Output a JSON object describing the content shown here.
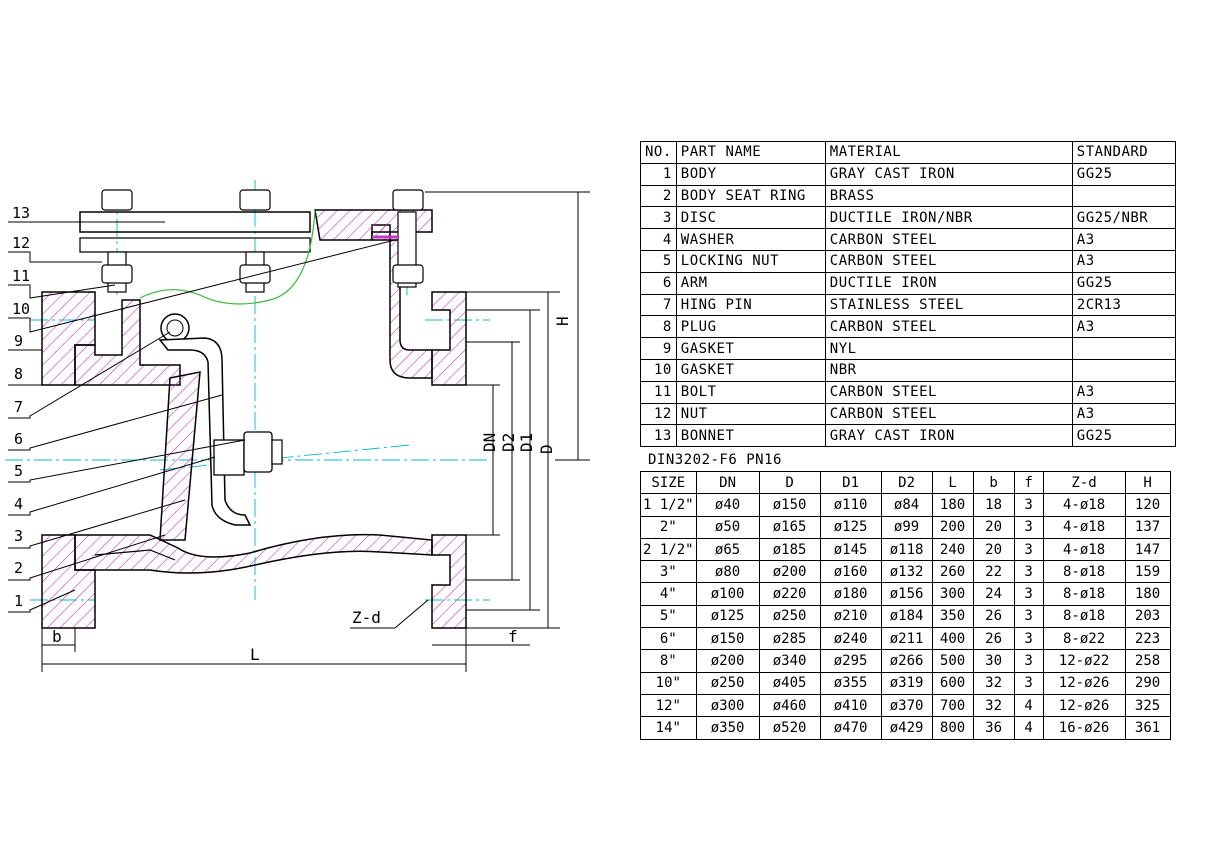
{
  "drawing": {
    "callouts": [
      "13",
      "12",
      "11",
      "10",
      "9",
      "8",
      "7",
      "6",
      "5",
      "4",
      "3",
      "2",
      "1"
    ],
    "dims": {
      "H": "H",
      "DN": "DN",
      "D2": "D2",
      "D1": "D1",
      "D": "D",
      "L": "L",
      "b": "b",
      "f": "f",
      "Zd": "Z-d"
    },
    "colors": {
      "section": "#cc33cc",
      "centerline": "#00bcd4",
      "bonnet_curve": "#33bb33",
      "line": "#000000"
    }
  },
  "parts": {
    "headers": [
      "NO.",
      "PART NAME",
      "MATERIAL",
      "STANDARD"
    ],
    "rows": [
      {
        "no": "1",
        "name": "BODY",
        "material": "GRAY CAST IRON",
        "standard": "GG25"
      },
      {
        "no": "2",
        "name": "BODY SEAT RING",
        "material": "BRASS",
        "standard": ""
      },
      {
        "no": "3",
        "name": "DISC",
        "material": "DUCTILE IRON/NBR",
        "standard": "GG25/NBR"
      },
      {
        "no": "4",
        "name": "WASHER",
        "material": "CARBON STEEL",
        "standard": "A3"
      },
      {
        "no": "5",
        "name": "LOCKING NUT",
        "material": "CARBON STEEL",
        "standard": "A3"
      },
      {
        "no": "6",
        "name": "ARM",
        "material": "DUCTILE IRON",
        "standard": "GG25"
      },
      {
        "no": "7",
        "name": "HING PIN",
        "material": "STAINLESS STEEL",
        "standard": "2CR13"
      },
      {
        "no": "8",
        "name": "PLUG",
        "material": "CARBON STEEL",
        "standard": "A3"
      },
      {
        "no": "9",
        "name": "GASKET",
        "material": "NYL",
        "standard": ""
      },
      {
        "no": "10",
        "name": "GASKET",
        "material": "NBR",
        "standard": ""
      },
      {
        "no": "11",
        "name": "BOLT",
        "material": "CARBON STEEL",
        "standard": "A3"
      },
      {
        "no": "12",
        "name": "NUT",
        "material": "CARBON STEEL",
        "standard": "A3"
      },
      {
        "no": "13",
        "name": "BONNET",
        "material": "GRAY CAST IRON",
        "standard": "GG25"
      }
    ]
  },
  "standard_title": "DIN3202-F6 PN16",
  "dimensions": {
    "headers": [
      "SIZE",
      "DN",
      "D",
      "D1",
      "D2",
      "L",
      "b",
      "f",
      "Z-d",
      "H"
    ],
    "rows": [
      [
        "1 1/2\"",
        "ø40",
        "ø150",
        "ø110",
        "ø84",
        "180",
        "18",
        "3",
        "4-ø18",
        "120"
      ],
      [
        "2\"",
        "ø50",
        "ø165",
        "ø125",
        "ø99",
        "200",
        "20",
        "3",
        "4-ø18",
        "137"
      ],
      [
        "2 1/2\"",
        "ø65",
        "ø185",
        "ø145",
        "ø118",
        "240",
        "20",
        "3",
        "4-ø18",
        "147"
      ],
      [
        "3\"",
        "ø80",
        "ø200",
        "ø160",
        "ø132",
        "260",
        "22",
        "3",
        "8-ø18",
        "159"
      ],
      [
        "4\"",
        "ø100",
        "ø220",
        "ø180",
        "ø156",
        "300",
        "24",
        "3",
        "8-ø18",
        "180"
      ],
      [
        "5\"",
        "ø125",
        "ø250",
        "ø210",
        "ø184",
        "350",
        "26",
        "3",
        "8-ø18",
        "203"
      ],
      [
        "6\"",
        "ø150",
        "ø285",
        "ø240",
        "ø211",
        "400",
        "26",
        "3",
        "8-ø22",
        "223"
      ],
      [
        "8\"",
        "ø200",
        "ø340",
        "ø295",
        "ø266",
        "500",
        "30",
        "3",
        "12-ø22",
        "258"
      ],
      [
        "10\"",
        "ø250",
        "ø405",
        "ø355",
        "ø319",
        "600",
        "32",
        "3",
        "12-ø26",
        "290"
      ],
      [
        "12\"",
        "ø300",
        "ø460",
        "ø410",
        "ø370",
        "700",
        "32",
        "4",
        "12-ø26",
        "325"
      ],
      [
        "14\"",
        "ø350",
        "ø520",
        "ø470",
        "ø429",
        "800",
        "36",
        "4",
        "16-ø26",
        "361"
      ]
    ]
  }
}
